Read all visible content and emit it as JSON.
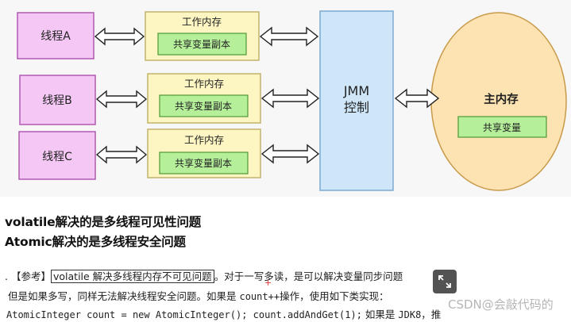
{
  "diagram": {
    "threads": [
      {
        "label": "线程A",
        "work_memory": "工作内存",
        "copy": "共享变量副本"
      },
      {
        "label": "线程B",
        "work_memory": "工作内存",
        "copy": "共享变量副本"
      },
      {
        "label": "线程C",
        "work_memory": "工作内存",
        "copy": "共享变量副本"
      }
    ],
    "jmm": {
      "line1": "JMM",
      "line2": "控制"
    },
    "main_memory": {
      "title": "主内存",
      "shared": "共享变量"
    },
    "colors": {
      "thread_fill": "#f4c7f4",
      "thread_stroke": "#b15ab1",
      "work_fill": "#fdf6c3",
      "work_stroke": "#c2b46a",
      "copy_fill": "#b5ef9a",
      "copy_stroke": "#4e9a35",
      "jmm_fill": "#cfe6f8",
      "jmm_stroke": "#7aaad2",
      "ellipse_fill": "#fde3b2",
      "ellipse_stroke": "#c89a4a",
      "diagram_bg": "#f7f7f7"
    }
  },
  "headings": {
    "h1": "volatile解决的是多线程可见性问题",
    "h2": "Atomic解决的是多线程安全问题"
  },
  "note": {
    "bullet": ".",
    "ref_label": "【参考】",
    "boxed": "volatile 解决多线程内存不可见问题",
    "rest1": "。对于一写多读，是可以解决变量同步问题",
    "line2_a": "但是如果多写，同样无法解决线程安全问题。如果是 ",
    "line2_code": "count++",
    "line2_b": "操作，使用如下类实现：",
    "line3_code": "AtomicInteger count = new AtomicInteger(); count.addAndGet(1);",
    "line3_b": " 如果是 ",
    "line3_code2": "JDK8",
    "line3_c": "，推"
  },
  "watermark": "CSDN@会敲代码的"
}
